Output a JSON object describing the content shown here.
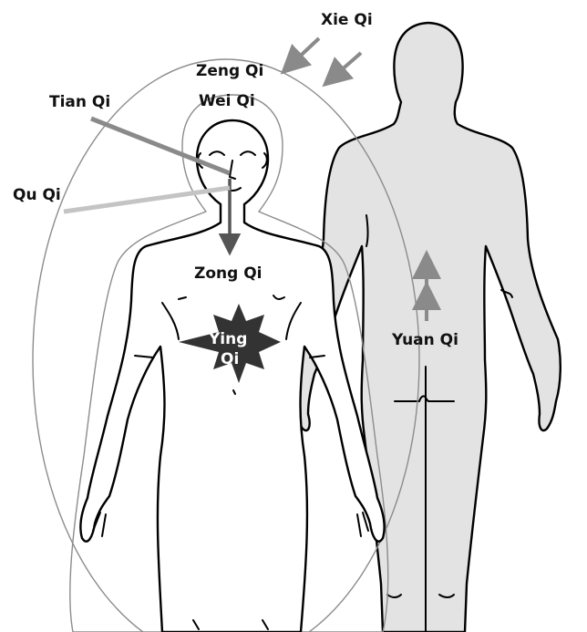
{
  "labels": {
    "xie_qi": "Xie Qi",
    "zeng_qi": "Zeng Qi",
    "tian_qi": "Tian Qi",
    "wei_qi": "Wei Qi",
    "qu_qi": "Qu Qi",
    "zong_qi": "Zong Qi",
    "ying_qi_line1": "Ying",
    "ying_qi_line2": "Qi",
    "yuan_qi": "Yuan Qi"
  },
  "colors": {
    "front_body_fill": "#ffffff",
    "back_body_fill": "#e3e3e3",
    "aura_stroke": "#8c8c8c",
    "tian_qi_line": "#8a8a8a",
    "qu_qi_line": "#c4c4c4",
    "xie_qi_arrows": "#8a8a8a",
    "yuan_qi_arrows": "#8a8a8a",
    "zong_qi_arrow": "#555555",
    "ying_qi_star": "#333333"
  }
}
